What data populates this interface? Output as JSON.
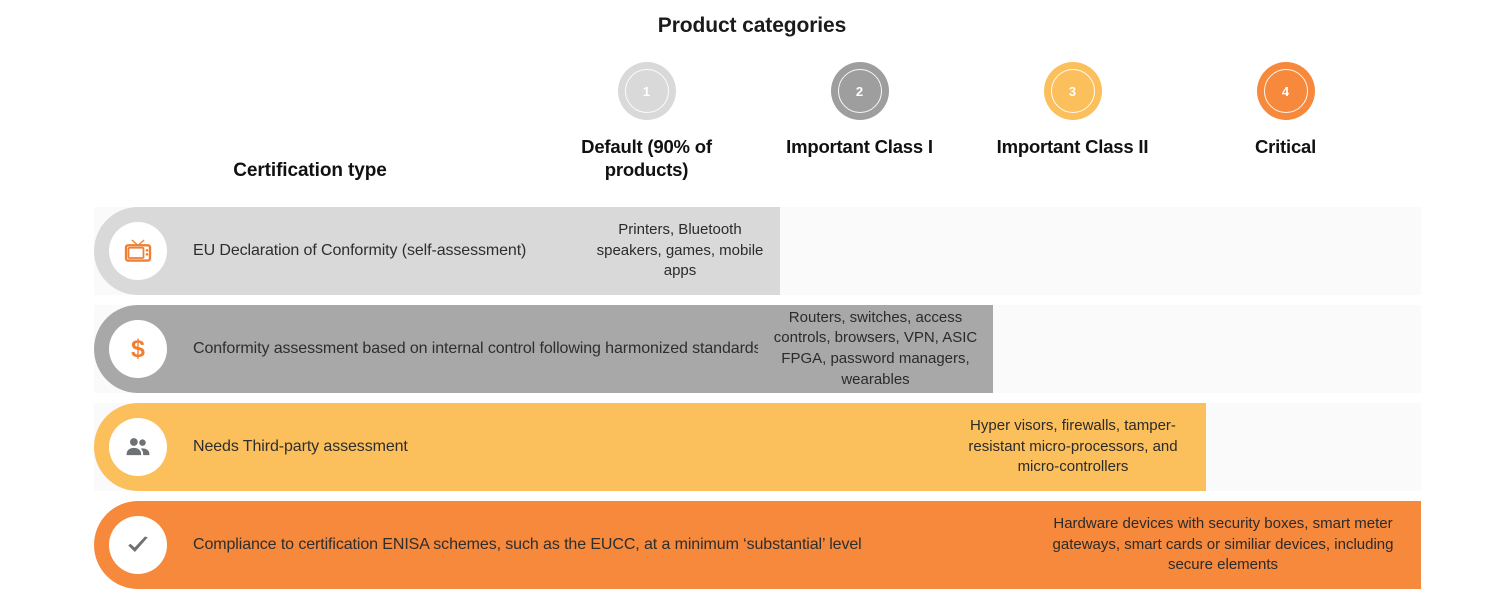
{
  "title": "Product categories",
  "certification_type_header": "Certification type",
  "colors": {
    "cat1": "#d9d9d9",
    "cat2": "#9e9e9e",
    "cat3": "#fbbf5c",
    "cat4": "#f6893c",
    "row_track": "#fafafa",
    "icon_orange": "#ef8033",
    "icon_gray": "#6f7274",
    "text_dark": "#2e2e2e"
  },
  "categories": [
    {
      "number": "1",
      "label": "Default (90% of products)",
      "color": "#d9d9d9"
    },
    {
      "number": "2",
      "label": "Important Class I",
      "color": "#9e9e9e"
    },
    {
      "number": "3",
      "label": "Important Class II",
      "color": "#fbbf5c"
    },
    {
      "number": "4",
      "label": "Critical",
      "color": "#f6893c"
    }
  ],
  "rows": [
    {
      "icon": "television-icon",
      "label": "EU Declaration of Conformity (self-assessment)",
      "bar_color": "#d9d9d9",
      "cell_text": "Printers, Bluetooth speakers, games, mobile apps",
      "cell_color": "#d9d9d9",
      "span_start": 0,
      "span_end": 1
    },
    {
      "icon": "dollar-sign-icon",
      "label": "Conformity assessment based on internal control following harmonized standards (self-assessment)",
      "bar_color": "#a8a8a8",
      "cell_text": "Routers, switches, access controls, browsers, VPN, ASIC FPGA, password managers, wearables",
      "cell_color": "#a8a8a8",
      "span_start": 1,
      "span_end": 2
    },
    {
      "icon": "people-group-icon",
      "label": "Needs Third-party assessment",
      "bar_color": "#fbbf5c",
      "cell_text": "Hyper visors, firewalls, tamper-resistant micro-processors, and micro-controllers",
      "cell_color": "#fbbf5c",
      "span_start": 2,
      "span_end": 3
    },
    {
      "icon": "check-mark-icon",
      "label": "Compliance to certification ENISA schemes, such as the EUCC, at a minimum ‘substantial’ level",
      "bar_color": "#f6893c",
      "cell_text": "Hardware devices with security boxes, smart meter gateways, smart cards or similiar devices, including secure elements",
      "cell_color": "#f6893c",
      "span_start": 3,
      "span_end": 4
    }
  ]
}
